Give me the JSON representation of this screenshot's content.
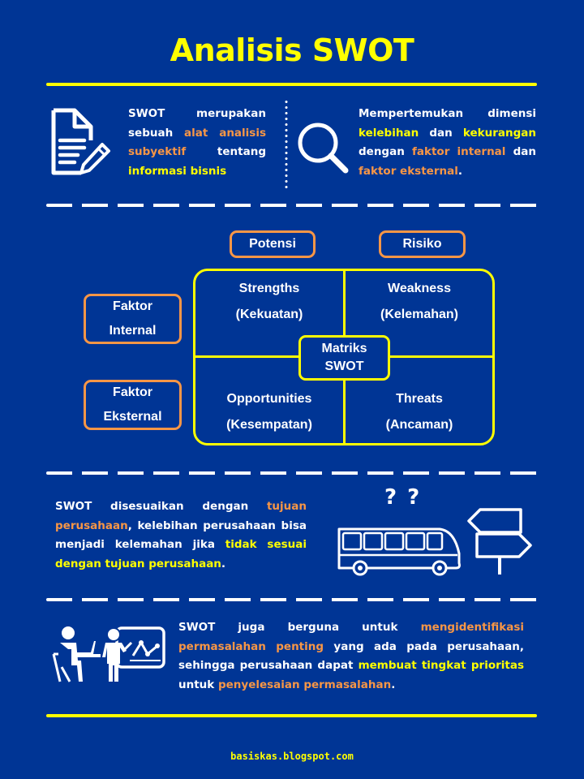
{
  "title": "Analisis SWOT",
  "colors": {
    "background": "#003595",
    "yellow": "#ffff00",
    "orange": "#f79646",
    "white": "#ffffff"
  },
  "section1": {
    "left": {
      "icon": "document-edit-icon",
      "segments": [
        {
          "text": "SWOT merupakan sebuah ",
          "color": "white"
        },
        {
          "text": "alat analisis subyektif",
          "color": "orange"
        },
        {
          "text": " tentang ",
          "color": "white"
        },
        {
          "text": "informasi bisnis",
          "color": "yellow"
        }
      ]
    },
    "right": {
      "icon": "magnifier-icon",
      "segments": [
        {
          "text": "Mempertemukan dimensi ",
          "color": "white"
        },
        {
          "text": "kelebihan",
          "color": "yellow"
        },
        {
          "text": " dan ",
          "color": "white"
        },
        {
          "text": "kekurangan",
          "color": "yellow"
        },
        {
          "text": " dengan ",
          "color": "white"
        },
        {
          "text": "faktor internal",
          "color": "orange"
        },
        {
          "text": " dan ",
          "color": "white"
        },
        {
          "text": "faktor eksternal",
          "color": "orange"
        },
        {
          "text": ".",
          "color": "white"
        }
      ]
    }
  },
  "matrix": {
    "col_headers": [
      "Potensi",
      "Risiko"
    ],
    "row_headers": [
      {
        "line1": "Faktor",
        "line2": "Internal"
      },
      {
        "line1": "Faktor",
        "line2": "Eksternal"
      }
    ],
    "cells": [
      {
        "name": "Strengths",
        "translation": "(Kekuatan)"
      },
      {
        "name": "Weakness",
        "translation": "(Kelemahan)"
      },
      {
        "name": "Opportunities",
        "translation": "(Kesempatan)"
      },
      {
        "name": "Threats",
        "translation": "(Ancaman)"
      }
    ],
    "center": {
      "line1": "Matriks",
      "line2": "SWOT"
    }
  },
  "section3": {
    "icons": [
      "question-marks-icon",
      "bus-icon",
      "signpost-icon"
    ],
    "question_marks": "? ?",
    "segments": [
      {
        "text": "SWOT disesuaikan dengan ",
        "color": "white"
      },
      {
        "text": "tujuan perusahaan",
        "color": "orange"
      },
      {
        "text": ", kelebihan perusahaan bisa menjadi kelemahan jika ",
        "color": "white"
      },
      {
        "text": "tidak sesuai dengan tujuan perusahaan",
        "color": "yellow"
      },
      {
        "text": ".",
        "color": "white"
      }
    ]
  },
  "section4": {
    "icons": [
      "person-at-laptop-icon",
      "presenter-chart-icon"
    ],
    "segments": [
      {
        "text": "SWOT juga berguna untuk ",
        "color": "white"
      },
      {
        "text": "mengidentifikasi permasalahan penting",
        "color": "orange"
      },
      {
        "text": " yang ada pada perusahaan, sehingga perusahaan dapat ",
        "color": "white"
      },
      {
        "text": "membuat tingkat prioritas",
        "color": "yellow"
      },
      {
        "text": " untuk ",
        "color": "white"
      },
      {
        "text": "penyelesaian permasalahan",
        "color": "orange"
      },
      {
        "text": ".",
        "color": "white"
      }
    ]
  },
  "footer": "basiskas.blogspot.com"
}
